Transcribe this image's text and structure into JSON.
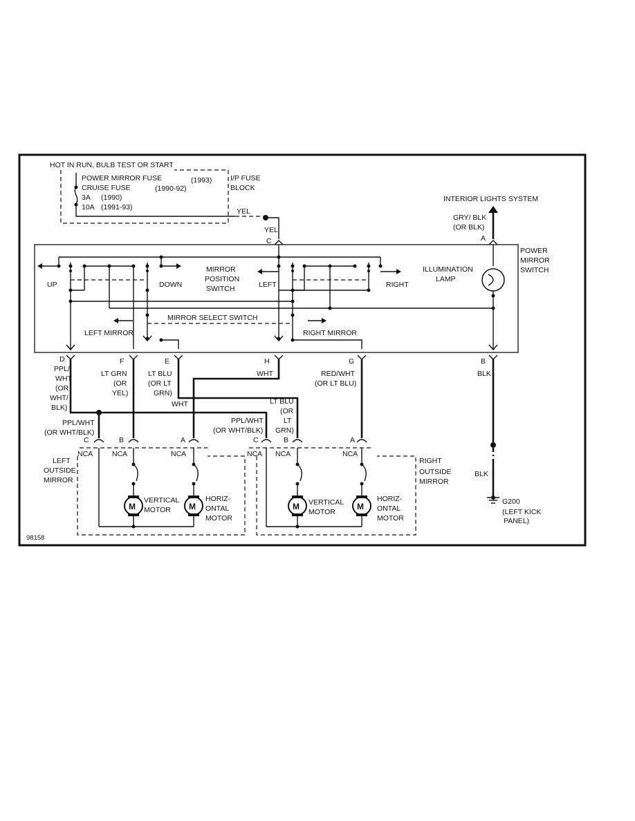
{
  "fuse_block": {
    "hot_text": "HOT IN RUN, BULB TEST OR START",
    "fuse_line1": "POWER MIRROR FUSE",
    "fuse_year1": "(1993)",
    "fuse_line2": "CRUISE FUSE",
    "fuse_year2": "(1990-92)",
    "amp1": "3A",
    "amp1_year": "(1990)",
    "amp2": "10A",
    "amp2_year": "(1991-93)",
    "block_label1": "I/P FUSE",
    "block_label2": "BLOCK",
    "wire_yel_top": "YEL"
  },
  "switch": {
    "yel_label": "YEL",
    "pin_c": "C",
    "title1": "POWER",
    "title2": "MIRROR",
    "title3": "SWITCH",
    "mps1": "MIRROR",
    "mps2": "POSITION",
    "mps3": "SWITCH",
    "up": "UP",
    "down": "DOWN",
    "left": "LEFT",
    "right": "RIGHT",
    "illum1": "ILLUMINATION",
    "illum2": "LAMP",
    "select": "MIRROR SELECT SWITCH",
    "left_mirror": "LEFT MIRROR",
    "right_mirror": "RIGHT MIRROR"
  },
  "interior": {
    "title": "INTERIOR LIGHTS SYSTEM",
    "wire1": "GRY/ BLK",
    "wire2": "(OR BLK)",
    "pin_a": "A"
  },
  "connectors": {
    "d": "D",
    "f": "F",
    "e": "E",
    "h": "H",
    "g": "G",
    "b": "B",
    "d_wire": [
      "PPL/",
      "WHT",
      "(OR",
      "WHT/",
      "BLK)"
    ],
    "f_wire": [
      "LT GRN",
      "(OR",
      "YEL)"
    ],
    "e_wire": [
      "LT BLU",
      "(OR LT",
      "GRN)"
    ],
    "h_wire": "WHT",
    "g_wire": [
      "RED/WHT",
      "(OR LT BLU)"
    ],
    "b_wire": "BLK",
    "wht_mid": "WHT",
    "ltblu_mid": [
      "LT BLU",
      "(OR",
      "LT",
      "GRN)"
    ],
    "ppl_left": [
      "PPL/WHT",
      "(OR WHT/BLK)"
    ],
    "ppl_right": [
      "PPL/WHT",
      "(OR WHT/BLK)"
    ]
  },
  "left_mirror": {
    "label": [
      "LEFT",
      "OUTSIDE",
      "MIRROR"
    ],
    "pins": [
      "C",
      "B",
      "A"
    ],
    "nca": "NCA",
    "vertical": [
      "VERTICAL",
      "MOTOR"
    ],
    "horizontal": [
      "HORIZ-",
      "ONTAL",
      "MOTOR"
    ],
    "motor_letter": "M"
  },
  "right_mirror": {
    "label": [
      "RIGHT",
      "OUTSIDE",
      "MIRROR"
    ],
    "pins": [
      "C",
      "B",
      "A"
    ],
    "nca": "NCA",
    "vertical": [
      "VERTICAL",
      "MOTOR"
    ],
    "horizontal": [
      "HORIZ-",
      "ONTAL",
      "MOTOR"
    ],
    "motor_letter": "M"
  },
  "ground": {
    "wire": "BLK",
    "name": "G200",
    "loc1": "(LEFT KICK",
    "loc2": "PANEL)"
  },
  "figure_id": "98158"
}
